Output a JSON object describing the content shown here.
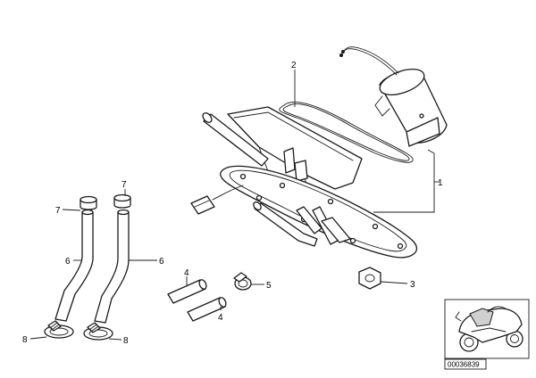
{
  "callouts": {
    "c1": "1",
    "c2": "2",
    "c3": "3",
    "c4a": "4",
    "c4b": "4",
    "c5": "5",
    "c6a": "6",
    "c6b": "6",
    "c7a": "7",
    "c7b": "7",
    "c8a": "8",
    "c8b": "8"
  },
  "reference_number": "00036839",
  "colors": {
    "line": "#1a1a1a",
    "background": "#ffffff"
  }
}
